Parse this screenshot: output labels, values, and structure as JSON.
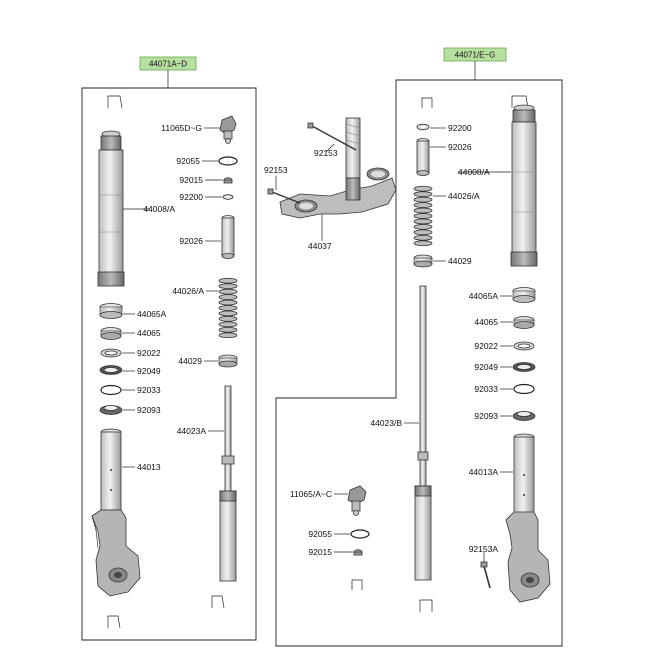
{
  "colors": {
    "header_fill": "#b6dfa0",
    "header_stroke": "#6aa84f",
    "line": "#222222",
    "part_light": "#e8e8e8",
    "part_mid": "#c9c9c9",
    "part_dark": "#8f8f8f"
  },
  "assemblies": {
    "left_code": "44071A~D",
    "right_code": "44071/E~G"
  },
  "labels": {
    "l_11065": "11065D~G",
    "l_92055": "92055",
    "l_92015": "92015",
    "l_92200": "92200",
    "l_44008": "44008/A",
    "l_92026": "92026",
    "l_44026": "44026/A",
    "l_44065": "44065A",
    "l_44065b": "44065",
    "l_92022": "92022",
    "l_92049": "92049",
    "l_44029": "44029",
    "l_92033": "92033",
    "l_92093": "92093",
    "l_44023": "44023A",
    "l_44013": "44013",
    "c_92153a": "92153",
    "c_92153b": "92153",
    "c_44037": "44037",
    "r_92200": "92200",
    "r_92026": "92026",
    "r_44008": "44008/A",
    "r_44026": "44026/A",
    "r_44029": "44029",
    "r_44065": "44065A",
    "r_44065b": "44065",
    "r_92022": "92022",
    "r_92049": "92049",
    "r_92033": "92033",
    "r_92093": "92093",
    "r_44023": "44023/B",
    "r_44013": "44013A",
    "r_11065": "11065/A~C",
    "r_92055": "92055",
    "r_92015": "92015",
    "r_92153": "92153A"
  }
}
